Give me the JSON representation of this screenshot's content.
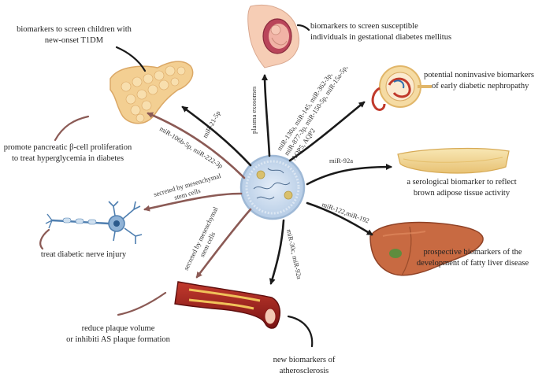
{
  "outcomes": {
    "t1dm": [
      "biomarkers to screen children with",
      "new-onset T1DM"
    ],
    "gdm": [
      "biomarkers to screen susceptible",
      "individuals in gestational diabetes mellitus"
    ],
    "nephropathy": [
      "potential noninvasive biomarkers",
      "of early diabetic nephropathy"
    ],
    "pancreas": [
      "promote pancreatic β-cell proliferation",
      "to treat hyperglycemia in diabetes"
    ],
    "adipose": [
      "a serological biomarker to reflect",
      "brown adipose tissue activity"
    ],
    "nerve": [
      "treat diabetic nerve injury"
    ],
    "liver": [
      "prospective biomarkers of the",
      "development of fatty liver disease"
    ],
    "plaque": [
      "reduce plaque volume",
      "or inhibiti AS plaque formation"
    ],
    "athero": [
      "new biomarkers of",
      "atherosclerosis"
    ]
  },
  "arrow_labels": {
    "mir21": "miR-21-5p",
    "plasma": "plasma exosomes",
    "kidney_mirs": [
      "miR-130a, miR-145, miR-362-3p,",
      "miR-877-3p, miR-150-5p, miR-15a-5p,",
      "AQP5, AQP2"
    ],
    "mir106b": "miR-106b-5p, miR-222-3p",
    "mir92a": "miR-92a",
    "msc_nerve": [
      "secreted by mesenchymal",
      "stem cells"
    ],
    "msc_vessel": [
      "secreted by mesenchymal",
      "stem cells"
    ],
    "mir122": "miR-122,miR-192",
    "mir30c": "miR-30c, miR-92a"
  },
  "colors": {
    "arrow_black": "#1a1a1a",
    "arrow_brown": "#8b5a55",
    "exosome_fill": "#c9d9ec",
    "exosome_ring": "#9fb9d6",
    "pancreas": "#f3cf92",
    "liver": "#c86a42",
    "vessel": "#9b1d1d",
    "plaque": "#f0c25a"
  },
  "icons": [
    "pregnant-belly-icon",
    "kidney-icon",
    "pancreas-icon",
    "adipose-tissue-icon",
    "neuron-icon",
    "liver-icon",
    "blood-vessel-icon",
    "exosome-icon"
  ]
}
